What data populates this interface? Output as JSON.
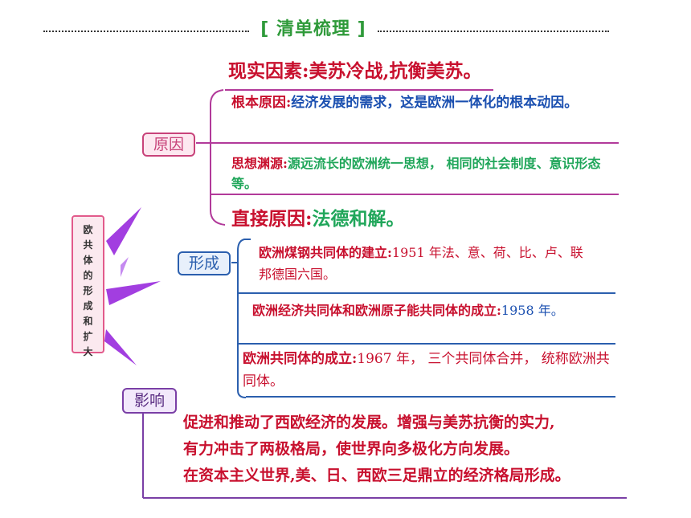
{
  "header": {
    "title": "[ 清单梳理 ]"
  },
  "root": {
    "label": "欧共体的形成和扩大"
  },
  "branches": {
    "cause": {
      "label": "原因",
      "items": {
        "reality": {
          "label": "现实因素:",
          "text": "美苏冷战,抗衡美苏。"
        },
        "root": {
          "label": "根本原因:",
          "text": "经济发展的需求，这是欧洲一体化的根本动因。"
        },
        "ideology": {
          "label": "思想渊源:",
          "text": "源远流长的欧洲统一思想， 相同的社会制度、意识形态等。"
        },
        "direct": {
          "label": "直接原因:",
          "text": "法德和解。"
        }
      }
    },
    "formation": {
      "label": "形成",
      "items": {
        "ecsc": {
          "label": "欧洲煤钢共同体的建立:",
          "text": "1951 年法、意、荷、比、卢、联邦德国六国。"
        },
        "eec": {
          "label": "欧洲经济共同体和欧洲原子能共同体的成立:",
          "text": "1958 年。"
        },
        "ec": {
          "label": "欧洲共同体的成立:",
          "text": "1967 年， 三个共同体合并， 统称欧洲共同体。"
        }
      }
    },
    "impact": {
      "label": "影响",
      "lines": [
        "促进和推动了西欧经济的发展。增强与美苏抗衡的实力,",
        "有力冲击了两极格局，使世界向多极化方向发展。",
        "在资本主义世界,美、日、西欧三足鼎立的经济格局形成。"
      ]
    }
  }
}
